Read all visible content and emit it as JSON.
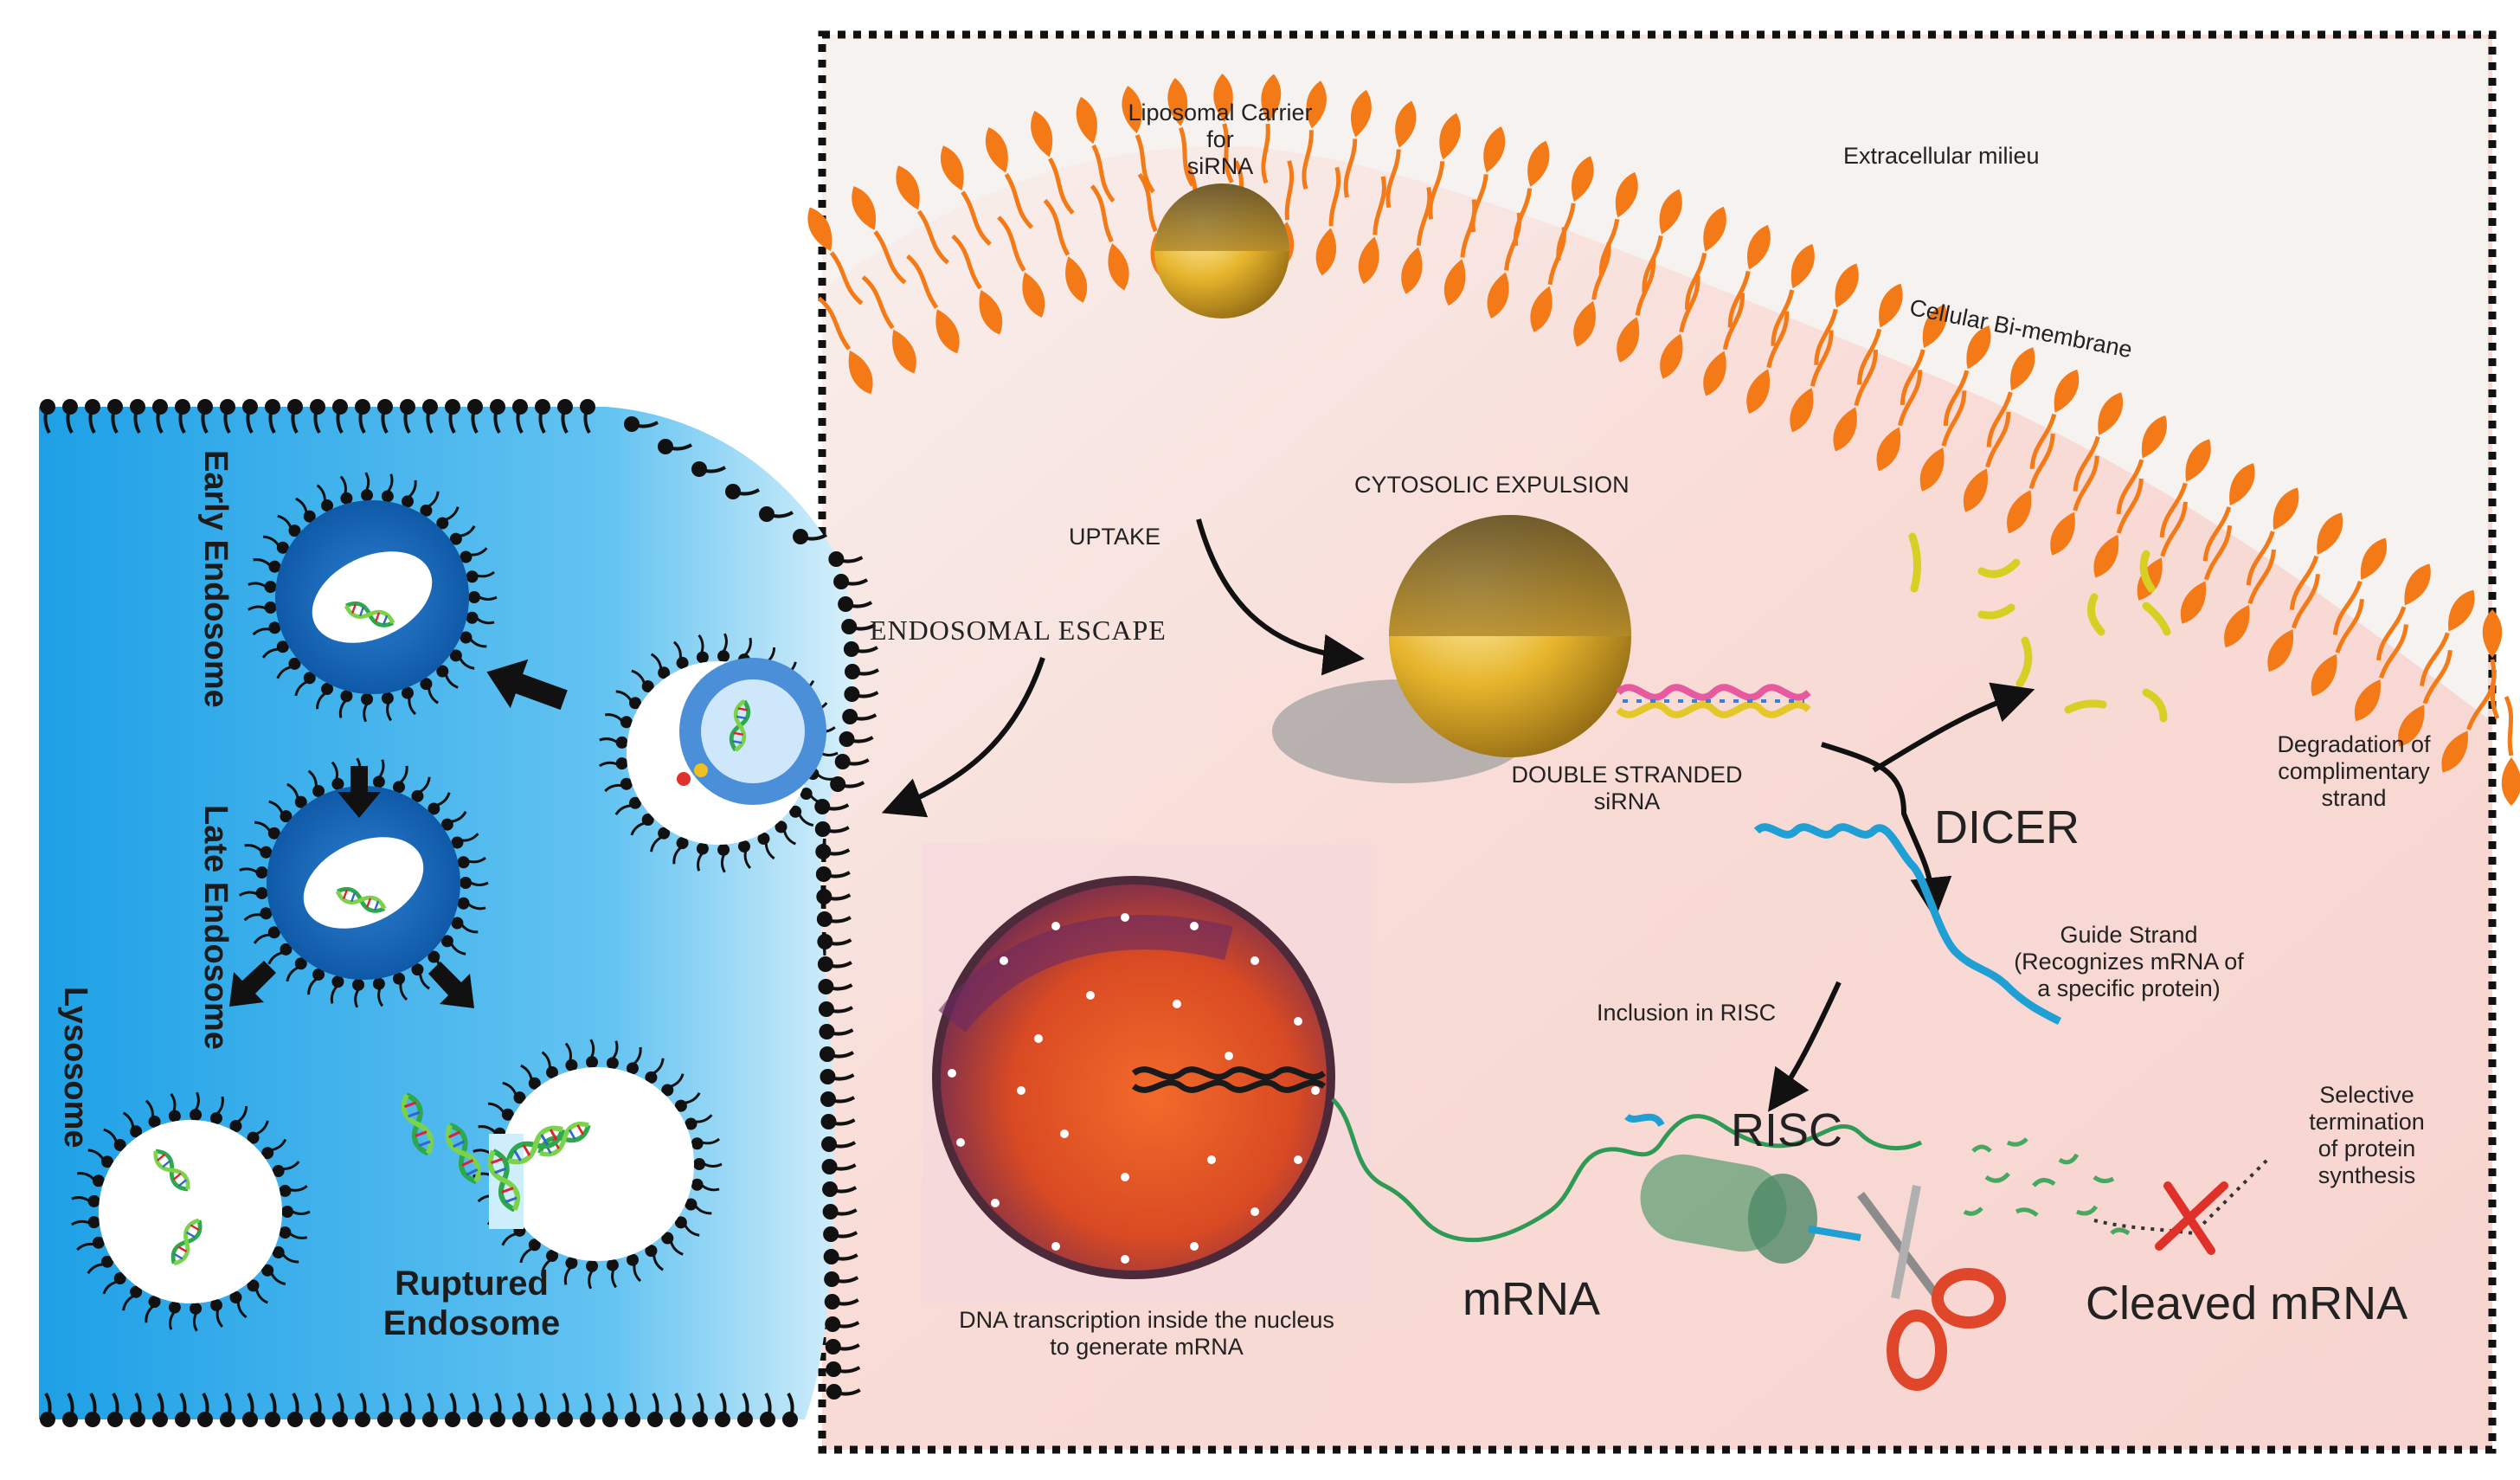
{
  "right_panel": {
    "liposomal_carrier": "Liposomal Carrier\nfor\nsiRNA",
    "extracellular": "Extracellular milieu",
    "bimembrane": "Cellular Bi-membrane",
    "cytosolic_expulsion": "CYTOSOLIC EXPULSION",
    "uptake": "UPTAKE",
    "endosomal_escape": "ENDOSOMAL ESCAPE",
    "double_stranded": "DOUBLE STRANDED\nsiRNA",
    "dicer": "DICER",
    "degradation": "Degradation of\ncomplimentary strand",
    "guide_strand": "Guide Strand\n(Recognizes mRNA of\na specific protein)",
    "inclusion": "Inclusion in RISC",
    "risc": "RISC",
    "selective": "Selective termination\nof protein synthesis",
    "dna_transcription": "DNA transcription inside the nucleus\nto generate mRNA",
    "mrna": "mRNA",
    "cleaved_mrna": "Cleaved mRNA"
  },
  "left_panel": {
    "early_endosome": "Early Endosome",
    "late_endosome": "Late Endosome",
    "lysosome": "Lysosome",
    "ruptured_endosome": "Ruptured\nEndosome"
  },
  "colors": {
    "lipid_orange": "#f47a18",
    "cell_blue": "#3aaee8",
    "cytoplasm_pink": "#f9ddd8",
    "gold": "#e4b020",
    "dna_green": "#34b34a",
    "guide_blue": "#1f9fd4"
  }
}
